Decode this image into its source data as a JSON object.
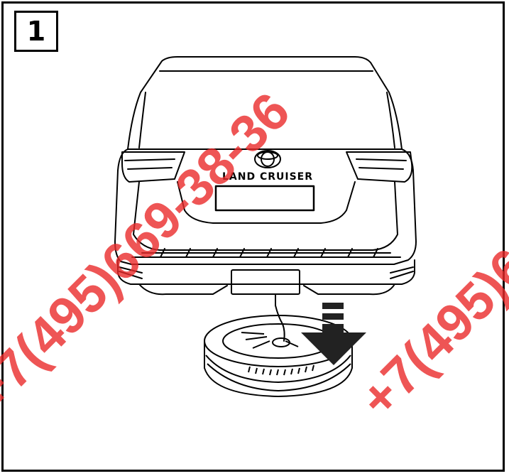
{
  "step": {
    "number": "1"
  },
  "vehicle": {
    "badge_text": "LAND CRUISER"
  },
  "watermarks": [
    {
      "text": "+7(495)669-38-36"
    },
    {
      "text": "+7(495)6"
    }
  ],
  "colors": {
    "line": "#000000",
    "watermark": "#ea2a2a",
    "background": "#ffffff"
  },
  "icons": {
    "arrow": "down-arrow-icon",
    "logo": "toyota-logo-icon"
  }
}
